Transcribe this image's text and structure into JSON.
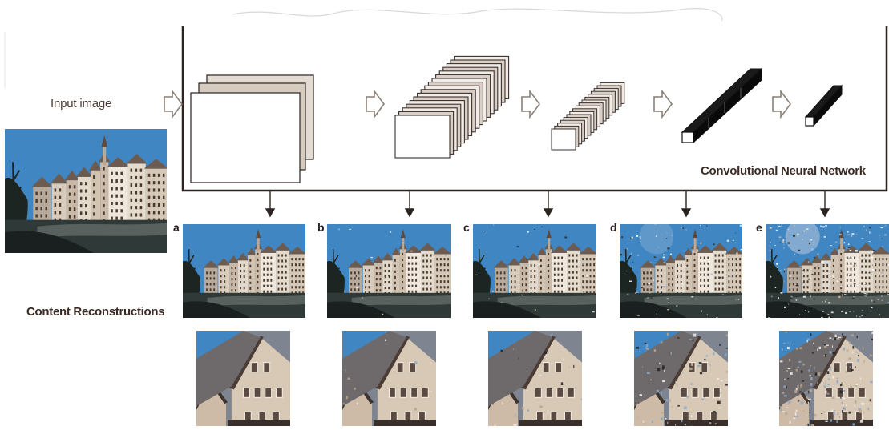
{
  "labels": {
    "input_image": "Input image",
    "cnn": "Convolutional Neural Network",
    "content_reconstructions": "Content Reconstructions"
  },
  "panels": [
    {
      "letter": "a",
      "noise": 0.0
    },
    {
      "letter": "b",
      "noise": 0.05
    },
    {
      "letter": "c",
      "noise": 0.1
    },
    {
      "letter": "d",
      "noise": 0.35
    },
    {
      "letter": "e",
      "noise": 0.8
    }
  ],
  "colors": {
    "sky": "#3f86c2",
    "layer_fill_light": "#ffffff",
    "layer_fill_tan": "#cfc4b8",
    "layer_fill_dark": "#111111",
    "line": "#2b2420",
    "arrow_outline": "#8a7f77"
  }
}
